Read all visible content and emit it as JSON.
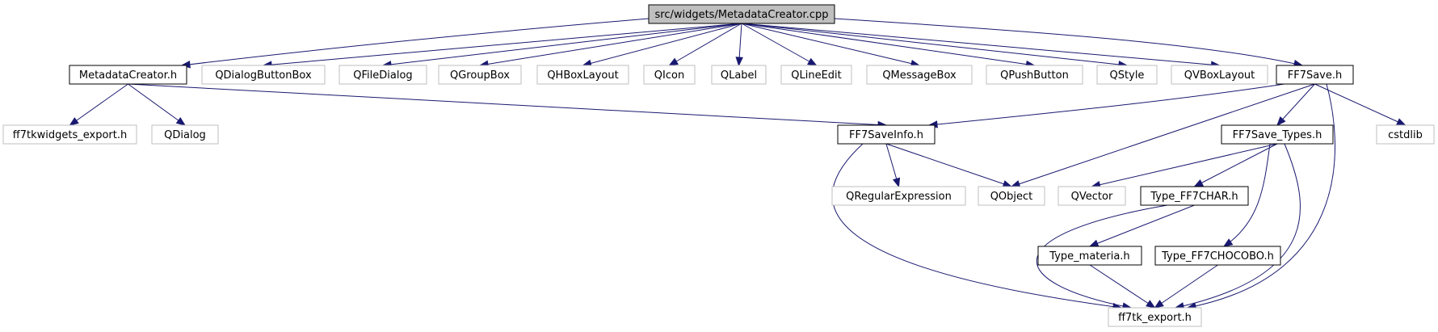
{
  "diagram": {
    "colors": {
      "edge": "#191970",
      "node_border_local": "#000000",
      "node_border_external": "#bfbfbf",
      "root_fill": "#bfbfbf",
      "node_fill": "#ffffff",
      "text": "#000000"
    },
    "nodes": [
      {
        "id": "root",
        "label": "src/widgets/MetadataCreator.cpp",
        "kind": "root"
      },
      {
        "id": "metadatacreator_h",
        "label": "MetadataCreator.h",
        "kind": "local"
      },
      {
        "id": "qdialogbuttonbox",
        "label": "QDialogButtonBox",
        "kind": "external"
      },
      {
        "id": "qfiledialog",
        "label": "QFileDialog",
        "kind": "external"
      },
      {
        "id": "qgroupbox",
        "label": "QGroupBox",
        "kind": "external"
      },
      {
        "id": "qhboxlayout",
        "label": "QHBoxLayout",
        "kind": "external"
      },
      {
        "id": "qicon",
        "label": "QIcon",
        "kind": "external"
      },
      {
        "id": "qlabel",
        "label": "QLabel",
        "kind": "external"
      },
      {
        "id": "qlineedit",
        "label": "QLineEdit",
        "kind": "external"
      },
      {
        "id": "qmessagebox",
        "label": "QMessageBox",
        "kind": "external"
      },
      {
        "id": "qpushbutton",
        "label": "QPushButton",
        "kind": "external"
      },
      {
        "id": "qstyle",
        "label": "QStyle",
        "kind": "external"
      },
      {
        "id": "qvboxlayout",
        "label": "QVBoxLayout",
        "kind": "external"
      },
      {
        "id": "ff7save_h",
        "label": "FF7Save.h",
        "kind": "local"
      },
      {
        "id": "ff7tkwidgets_export_h",
        "label": "ff7tkwidgets_export.h",
        "kind": "external"
      },
      {
        "id": "qdialog",
        "label": "QDialog",
        "kind": "external"
      },
      {
        "id": "ff7saveinfo_h",
        "label": "FF7SaveInfo.h",
        "kind": "local"
      },
      {
        "id": "ff7save_types_h",
        "label": "FF7Save_Types.h",
        "kind": "local"
      },
      {
        "id": "cstdlib",
        "label": "cstdlib",
        "kind": "external"
      },
      {
        "id": "qregularexpression",
        "label": "QRegularExpression",
        "kind": "external"
      },
      {
        "id": "qobject",
        "label": "QObject",
        "kind": "external"
      },
      {
        "id": "qvector",
        "label": "QVector",
        "kind": "external"
      },
      {
        "id": "type_ff7char_h",
        "label": "Type_FF7CHAR.h",
        "kind": "local"
      },
      {
        "id": "type_materia_h",
        "label": "Type_materia.h",
        "kind": "local"
      },
      {
        "id": "type_ff7chocobo_h",
        "label": "Type_FF7CHOCOBO.h",
        "kind": "local"
      },
      {
        "id": "ff7tk_export_h",
        "label": "ff7tk_export.h",
        "kind": "external"
      }
    ],
    "edges": [
      {
        "from": "root",
        "to": "metadatacreator_h"
      },
      {
        "from": "root",
        "to": "qdialogbuttonbox"
      },
      {
        "from": "root",
        "to": "qfiledialog"
      },
      {
        "from": "root",
        "to": "qgroupbox"
      },
      {
        "from": "root",
        "to": "qhboxlayout"
      },
      {
        "from": "root",
        "to": "qicon"
      },
      {
        "from": "root",
        "to": "qlabel"
      },
      {
        "from": "root",
        "to": "qlineedit"
      },
      {
        "from": "root",
        "to": "qmessagebox"
      },
      {
        "from": "root",
        "to": "qpushbutton"
      },
      {
        "from": "root",
        "to": "qstyle"
      },
      {
        "from": "root",
        "to": "qvboxlayout"
      },
      {
        "from": "root",
        "to": "ff7save_h"
      },
      {
        "from": "metadatacreator_h",
        "to": "ff7tkwidgets_export_h"
      },
      {
        "from": "metadatacreator_h",
        "to": "qdialog"
      },
      {
        "from": "metadatacreator_h",
        "to": "ff7saveinfo_h"
      },
      {
        "from": "ff7save_h",
        "to": "ff7saveinfo_h"
      },
      {
        "from": "ff7save_h",
        "to": "qobject"
      },
      {
        "from": "ff7save_h",
        "to": "ff7save_types_h"
      },
      {
        "from": "ff7save_h",
        "to": "cstdlib"
      },
      {
        "from": "ff7save_h",
        "to": "ff7tk_export_h"
      },
      {
        "from": "ff7saveinfo_h",
        "to": "qregularexpression"
      },
      {
        "from": "ff7saveinfo_h",
        "to": "qobject"
      },
      {
        "from": "ff7saveinfo_h",
        "to": "ff7tk_export_h"
      },
      {
        "from": "ff7save_types_h",
        "to": "qvector"
      },
      {
        "from": "ff7save_types_h",
        "to": "type_ff7char_h"
      },
      {
        "from": "ff7save_types_h",
        "to": "type_ff7chocobo_h"
      },
      {
        "from": "ff7save_types_h",
        "to": "ff7tk_export_h"
      },
      {
        "from": "type_ff7char_h",
        "to": "type_materia_h"
      },
      {
        "from": "type_ff7char_h",
        "to": "ff7tk_export_h"
      },
      {
        "from": "type_materia_h",
        "to": "ff7tk_export_h"
      },
      {
        "from": "type_ff7chocobo_h",
        "to": "ff7tk_export_h"
      }
    ]
  }
}
